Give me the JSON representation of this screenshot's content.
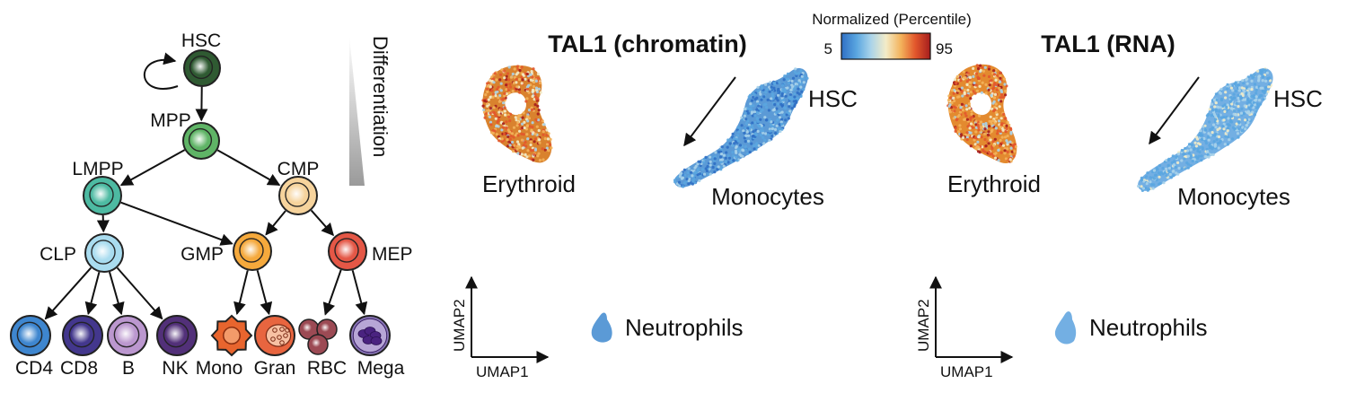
{
  "hierarchy": {
    "differentiation_label": "Differentiation",
    "progenitors": [
      {
        "id": "hsc",
        "label": "HSC",
        "color": "#2f5a32"
      },
      {
        "id": "mpp",
        "label": "MPP",
        "color": "#5fb466"
      },
      {
        "id": "lmpp",
        "label": "LMPP",
        "color": "#4dbaa2"
      },
      {
        "id": "cmp",
        "label": "CMP",
        "color": "#f6d39c"
      },
      {
        "id": "clp",
        "label": "CLP",
        "color": "#a9dcef"
      },
      {
        "id": "gmp",
        "label": "GMP",
        "color": "#f5a93c"
      },
      {
        "id": "mep",
        "label": "MEP",
        "color": "#e45746"
      }
    ],
    "terminal": [
      {
        "id": "cd4",
        "label": "CD4",
        "color": "#3e86cf"
      },
      {
        "id": "cd8",
        "label": "CD8",
        "color": "#43378d"
      },
      {
        "id": "b",
        "label": "B",
        "color": "#bb97cf"
      },
      {
        "id": "nk",
        "label": "NK",
        "color": "#523079"
      },
      {
        "id": "mono",
        "label": "Mono",
        "color": "#e8652e"
      },
      {
        "id": "gran",
        "label": "Gran",
        "color": "#e8653f"
      },
      {
        "id": "rbc",
        "label": "RBC",
        "color": "#9c4a54"
      },
      {
        "id": "mega",
        "label": "Mega",
        "color": "#8a77b8"
      }
    ],
    "edges": [
      [
        "hsc",
        "mpp"
      ],
      [
        "mpp",
        "lmpp"
      ],
      [
        "mpp",
        "cmp"
      ],
      [
        "lmpp",
        "clp"
      ],
      [
        "lmpp",
        "gmp"
      ],
      [
        "cmp",
        "gmp"
      ],
      [
        "cmp",
        "mep"
      ],
      [
        "clp",
        "cd4"
      ],
      [
        "clp",
        "cd8"
      ],
      [
        "clp",
        "b"
      ],
      [
        "clp",
        "nk"
      ],
      [
        "gmp",
        "mono"
      ],
      [
        "gmp",
        "gran"
      ],
      [
        "mep",
        "rbc"
      ],
      [
        "mep",
        "mega"
      ]
    ]
  },
  "colorbar": {
    "title": "Normalized (Percentile)",
    "min_label": "5",
    "max_label": "95",
    "colors": [
      "#2f6fc4",
      "#5aa6e0",
      "#a9d3ea",
      "#f3ecc8",
      "#f3b25b",
      "#e2572c",
      "#a51d1d"
    ]
  },
  "panels": [
    {
      "title": "TAL1 (chromatin)",
      "regions": {
        "erythroid": "Erythroid",
        "monocytes": "Monocytes",
        "hsc": "HSC",
        "neutrophils": "Neutrophils"
      },
      "axes": {
        "x": "UMAP1",
        "y": "UMAP2"
      },
      "erythroid_color": "#d9822e",
      "other_color": "#5b9ad6"
    },
    {
      "title": "TAL1 (RNA)",
      "regions": {
        "erythroid": "Erythroid",
        "monocytes": "Monocytes",
        "hsc": "HSC",
        "neutrophils": "Neutrophils"
      },
      "axes": {
        "x": "UMAP1",
        "y": "UMAP2"
      },
      "erythroid_color": "#e38a2f",
      "other_color": "#73afe3"
    }
  ]
}
